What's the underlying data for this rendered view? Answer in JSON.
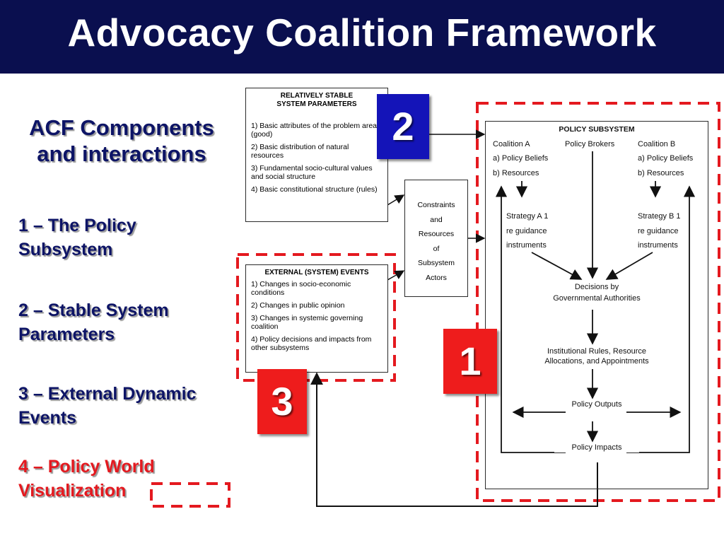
{
  "header": {
    "title": "Advocacy Coalition Framework"
  },
  "sidebar": {
    "heading": [
      "ACF Components",
      "and interactions"
    ],
    "items": [
      {
        "lines": [
          "1 – The Policy",
          "Subsystem"
        ]
      },
      {
        "lines": [
          "2 – Stable System",
          "Parameters"
        ]
      },
      {
        "lines": [
          "3 – External Dynamic",
          "Events"
        ]
      },
      {
        "lines": [
          "4 – Policy World",
          "Visualization"
        ]
      }
    ]
  },
  "diagram": {
    "stable": {
      "title": [
        "RELATIVELY STABLE",
        "SYSTEM PARAMETERS"
      ],
      "items": [
        "1) Basic attributes of the problem area (good)",
        "2) Basic distribution of natural resources",
        "3) Fundamental socio-cultural values and social structure",
        "4) Basic constitutional structure (rules)"
      ]
    },
    "external": {
      "title": "EXTERNAL (SYSTEM) EVENTS",
      "items": [
        "1) Changes in socio-economic conditions",
        "2) Changes in public opinion",
        "3) Changes in systemic governing coalition",
        "4) Policy decisions and impacts from other subsystems"
      ]
    },
    "constraints": [
      "Constraints",
      "and",
      "Resources",
      "of",
      "Subsystem",
      "Actors"
    ],
    "subsystem": {
      "title": "POLICY SUBSYSTEM",
      "coalition_a": [
        "Coalition A",
        "a) Policy Beliefs",
        "b) Resources"
      ],
      "brokers": "Policy Brokers",
      "coalition_b": [
        "Coalition B",
        "a) Policy Beliefs",
        "b) Resources"
      ],
      "strategy_a": [
        "Strategy A 1",
        "re guidance",
        "instruments"
      ],
      "strategy_b": [
        "Strategy B 1",
        "re guidance",
        "instruments"
      ],
      "decisions": [
        "Decisions by",
        "Governmental Authorities"
      ],
      "institutional": [
        "Institutional Rules, Resource",
        "Allocations, and Appointments"
      ],
      "outputs": "Policy Outputs",
      "impacts": "Policy Impacts"
    },
    "badges": {
      "one": "1",
      "two": "2",
      "three": "3"
    },
    "colors": {
      "navy": "#0a0f4f",
      "badge_red": "#ee1c1c",
      "badge_blue": "#1414b8",
      "dash_red": "#e4191f",
      "text_navy": "#0d1466"
    }
  }
}
